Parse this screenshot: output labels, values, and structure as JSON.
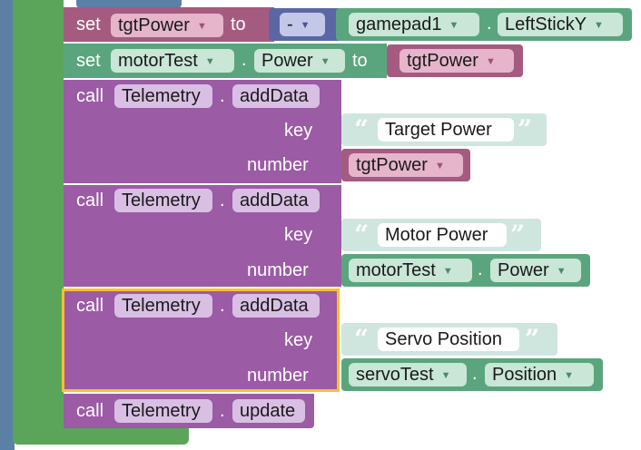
{
  "colors": {
    "event_green": "#5ba55b",
    "side_blue": "#5b80a5",
    "telemetry_purple": "#9b5ba5",
    "variable_plum": "#a55b80",
    "math_blue": "#5b67a5",
    "gamepad_green": "#5ba57e",
    "text_teal": "#cfe6de",
    "highlight": "#fbc02d"
  },
  "block_set_tgt": {
    "kw_set": "set",
    "var": "tgtPower",
    "kw_to": "to",
    "op": "-",
    "gamepad": "gamepad1",
    "dot": ".",
    "prop": "LeftStickY"
  },
  "block_set_motor": {
    "kw_set": "set",
    "var": "motorTest",
    "dot": ".",
    "prop": "Power",
    "kw_to": "to",
    "value_var": "tgtPower"
  },
  "block_tel1": {
    "kw_call": "call",
    "obj": "Telemetry",
    "dot": ".",
    "method": "addData",
    "key_label": "key",
    "key_text": "Target Power",
    "number_label": "number",
    "number_var": "tgtPower"
  },
  "block_tel2": {
    "kw_call": "call",
    "obj": "Telemetry",
    "dot": ".",
    "method": "addData",
    "key_label": "key",
    "key_text": "Motor Power",
    "number_label": "number",
    "number_var": "motorTest",
    "number_dot": ".",
    "number_prop": "Power"
  },
  "block_tel3": {
    "kw_call": "call",
    "obj": "Telemetry",
    "dot": ".",
    "method": "addData",
    "key_label": "key",
    "key_text": "Servo Position",
    "number_label": "number",
    "number_var": "servoTest",
    "number_dot": ".",
    "number_prop": "Position"
  },
  "block_update": {
    "kw_call": "call",
    "obj": "Telemetry",
    "dot": ".",
    "method": "update"
  },
  "icons": {
    "dropdown": "▼",
    "quote_open": "“",
    "quote_close": "”"
  }
}
